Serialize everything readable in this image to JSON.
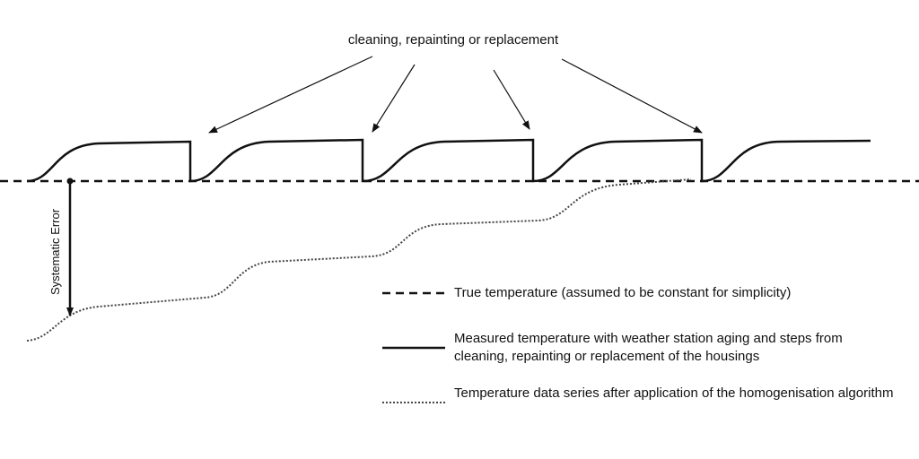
{
  "annotation": {
    "top": "cleaning, repainting or replacement",
    "error": "Systematic Error"
  },
  "legend": [
    {
      "style": "dashed",
      "text": "True temperature (assumed to be constant for simplicity)"
    },
    {
      "style": "solid",
      "text": "Measured temperature with weather station aging and steps from cleaning, repainting or replacement of the housings"
    },
    {
      "style": "dotted",
      "text": "Temperature data series after application of the homogenisation algorithm"
    }
  ],
  "colors": {
    "line": "#111111",
    "background": "#ffffff"
  }
}
